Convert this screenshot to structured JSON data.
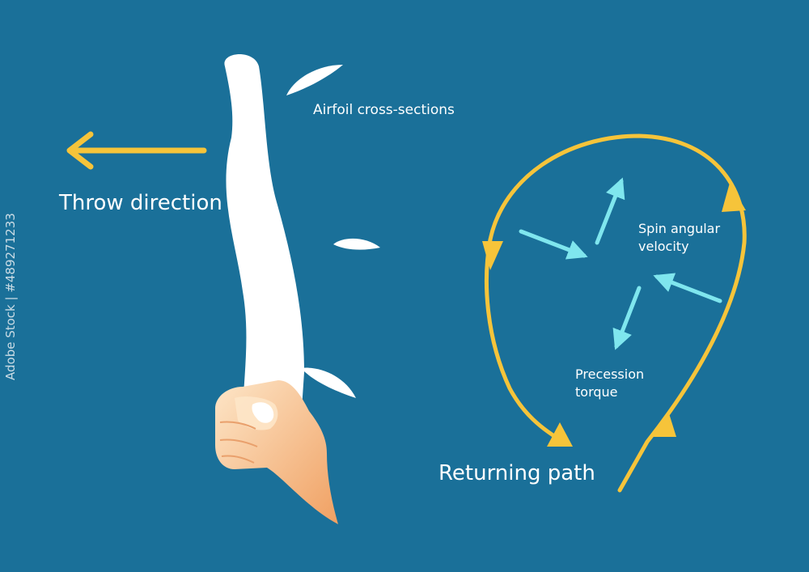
{
  "colors": {
    "background": "#1a7099",
    "path_yellow": "#f6c43a",
    "vector_cyan": "#7fe6ee",
    "boomerang": "#ffffff",
    "hand_light": "#fde2c1",
    "hand_dark": "#f2a56a"
  },
  "labels": {
    "throw_direction": "Throw direction",
    "airfoil": "Airfoil cross-sections",
    "returning_path": "Returning path",
    "spin_line1": "Spin angular",
    "spin_line2": "velocity",
    "precession_line1": "Precession",
    "precession_line2": "torque",
    "stock_id": "Adobe Stock | #489271233"
  },
  "icons": {
    "throw_arrow": "arrow-left-icon",
    "hand": "hand-icon"
  }
}
